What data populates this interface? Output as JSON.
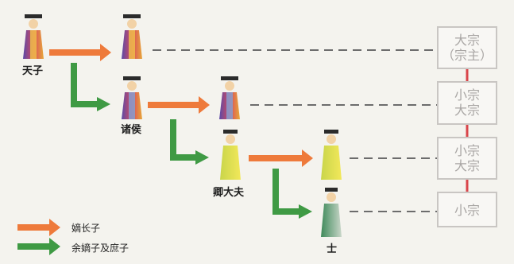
{
  "nodes": {
    "tianzi": "天子",
    "zhuhou": "诸侯",
    "qingdafu": "卿大夫",
    "shi": "士"
  },
  "boxes": {
    "dazong": {
      "line1": "大宗",
      "line2": "（宗主）"
    },
    "row2": {
      "line1": "小宗",
      "line2": "大宗"
    },
    "row3": {
      "line1": "小宗",
      "line2": "大宗"
    },
    "row4": {
      "line1": "小宗"
    }
  },
  "legend": {
    "orange": "嫡长子",
    "green": "余嫡子及庶子"
  },
  "colors": {
    "orange_arrow": "#ee7a3b",
    "green_arrow": "#3f9a44",
    "dashed_line": "#6c6c6c",
    "connector_red": "#d9454a",
    "box_border": "#c9c6c3",
    "box_text": "#a9a6a4"
  }
}
